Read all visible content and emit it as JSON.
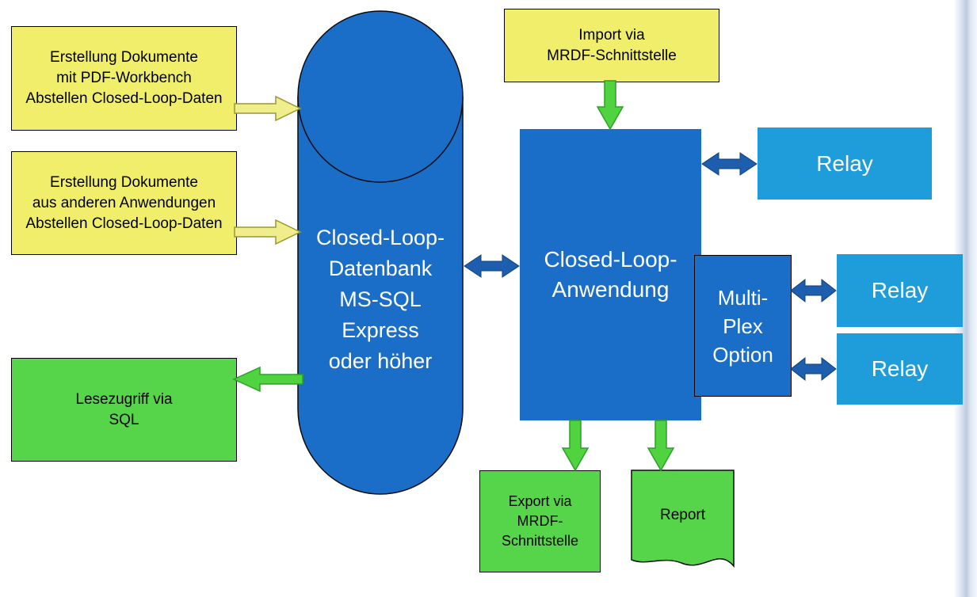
{
  "colors": {
    "node_yellow": "#F1EE6B",
    "node_green": "#57D54A",
    "node_blue": "#1B6EC8",
    "node_light_blue": "#1F9CDA",
    "arrow_blue": "#1D5FAE",
    "arrow_green": "#4FD33F",
    "arrow_yellow": "#F0EE8C"
  },
  "nodes": {
    "pdf_workbench": {
      "label": "Erstellung Dokumente\nmit PDF-Workbench\nAbstellen Closed-Loop-Daten"
    },
    "andere_anwendungen": {
      "label": "Erstellung Dokumente\naus anderen Anwendungen\nAbstellen Closed-Loop-Daten"
    },
    "lesezugriff": {
      "label": "Lesezugriff via\nSQL"
    },
    "datenbank": {
      "label": "Closed-Loop-\nDatenbank\nMS-SQL\nExpress\noder höher"
    },
    "import": {
      "label": "Import via\nMRDF-Schnittstelle"
    },
    "anwendung": {
      "label": "Closed-Loop-\nAnwendung"
    },
    "multiplex": {
      "label": "Multi-\nPlex\nOption"
    },
    "relay_top": {
      "label": "Relay"
    },
    "relay_middle": {
      "label": "Relay"
    },
    "relay_bottom": {
      "label": "Relay"
    },
    "export": {
      "label": "Export via\nMRDF-\nSchnittstelle"
    },
    "report": {
      "label": "Report"
    }
  },
  "connections": [
    {
      "from": "pdf_workbench",
      "to": "datenbank",
      "style": "yellow",
      "direction": "right"
    },
    {
      "from": "andere_anwendungen",
      "to": "datenbank",
      "style": "yellow",
      "direction": "right"
    },
    {
      "from": "datenbank",
      "to": "lesezugriff",
      "style": "green",
      "direction": "left"
    },
    {
      "from": "datenbank",
      "to": "anwendung",
      "style": "blue",
      "direction": "both"
    },
    {
      "from": "import",
      "to": "anwendung",
      "style": "green",
      "direction": "down"
    },
    {
      "from": "anwendung",
      "to": "relay_top",
      "style": "blue",
      "direction": "both"
    },
    {
      "from": "multiplex",
      "to": "relay_middle",
      "style": "blue",
      "direction": "both"
    },
    {
      "from": "multiplex",
      "to": "relay_bottom",
      "style": "blue",
      "direction": "both"
    },
    {
      "from": "anwendung",
      "to": "export",
      "style": "green",
      "direction": "down"
    },
    {
      "from": "anwendung",
      "to": "report",
      "style": "green",
      "direction": "down"
    }
  ]
}
